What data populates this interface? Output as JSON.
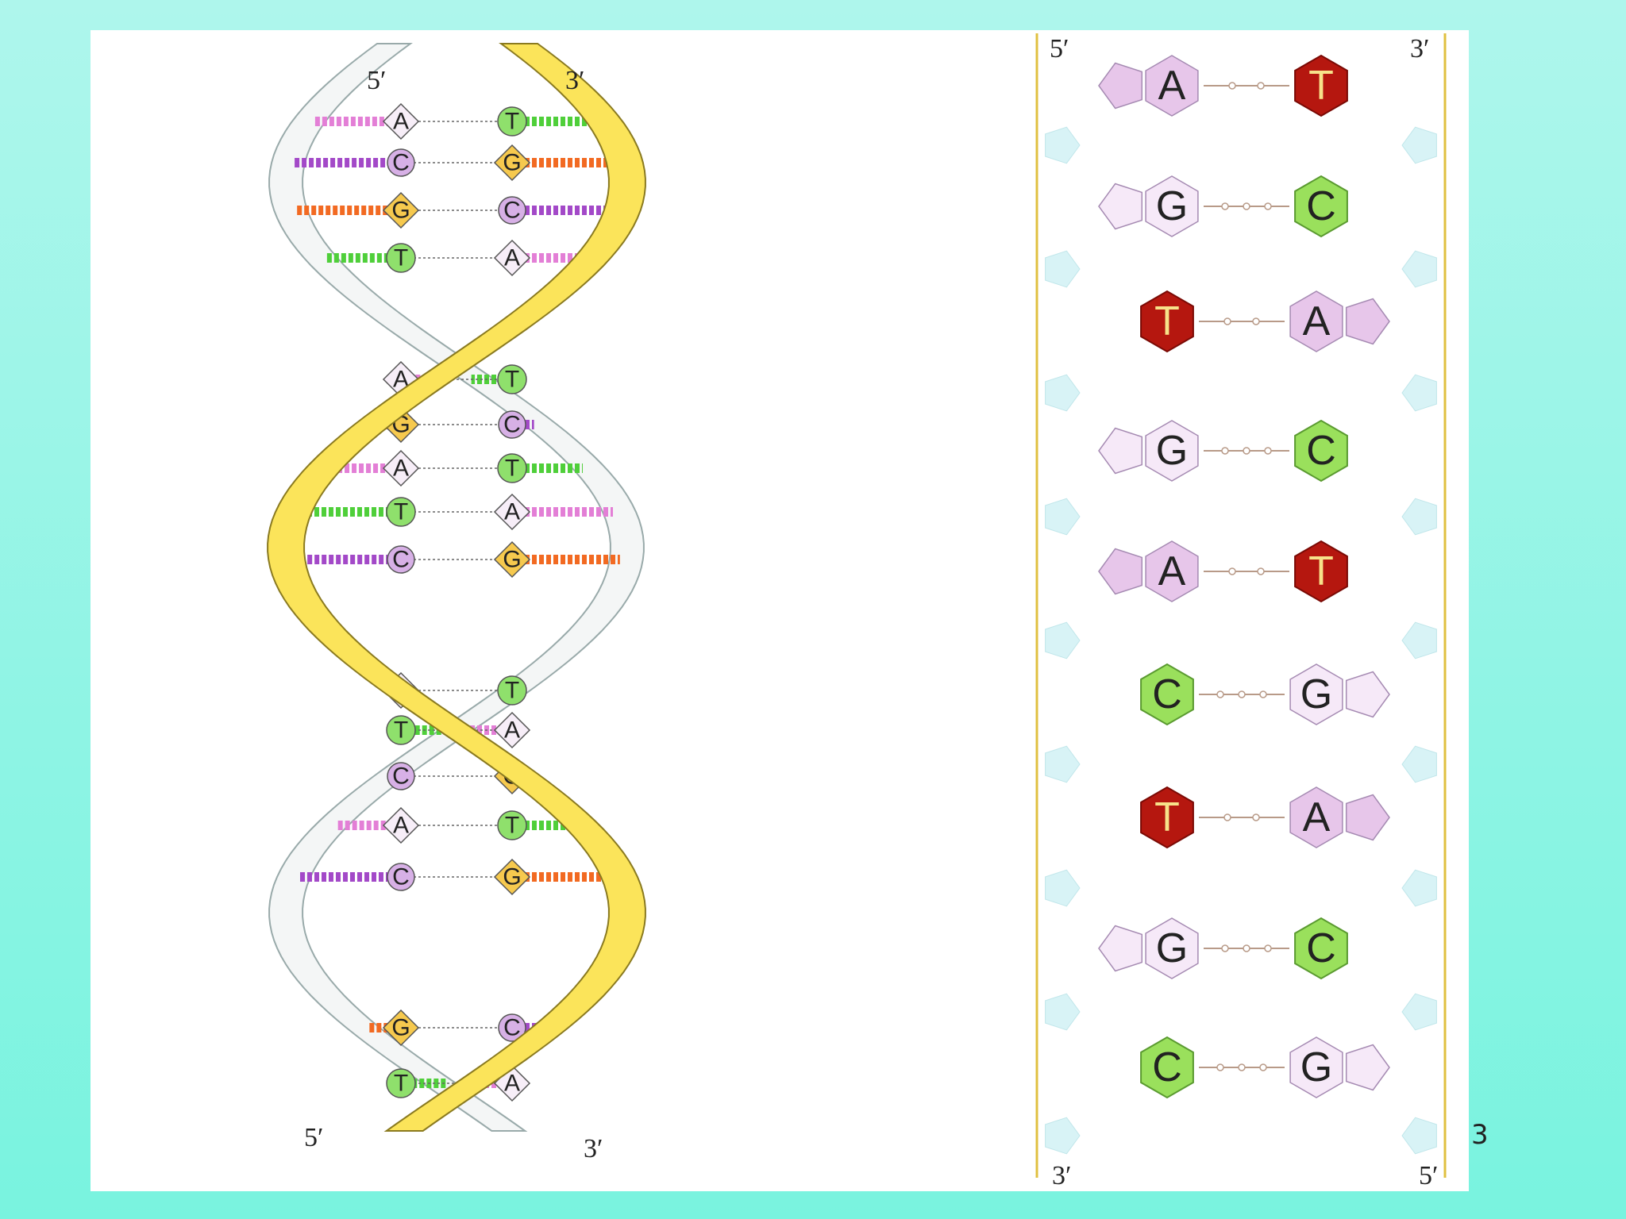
{
  "page_number": "3",
  "colors": {
    "background": "#8ef4e2",
    "strand_yellow": "#fbe45a",
    "strand_white": "#f4f6f6",
    "strand_blue": "#cfeaf0",
    "A": "#e2b8e6",
    "T": "#8fe06c",
    "G": "#f6c94e",
    "C": "#d7b0e6",
    "T_right": "#b5170f",
    "C_right": "#9ae05c",
    "AG_right": "#e7c6ea"
  },
  "left_helix": {
    "top_left_label": "5′",
    "top_right_label": "3′",
    "bottom_left_label": "5′",
    "bottom_right_label": "3′",
    "pairs": [
      {
        "left": "A",
        "right": "T"
      },
      {
        "left": "C",
        "right": "G"
      },
      {
        "left": "G",
        "right": "C"
      },
      {
        "left": "T",
        "right": "A"
      },
      {
        "left": "A",
        "right": "T"
      },
      {
        "left": "G",
        "right": "C"
      },
      {
        "left": "A",
        "right": "T"
      },
      {
        "left": "T",
        "right": "A"
      },
      {
        "left": "C",
        "right": "G"
      },
      {
        "left": "A",
        "right": "T"
      },
      {
        "left": "T",
        "right": "A"
      },
      {
        "left": "C",
        "right": "G"
      },
      {
        "left": "A",
        "right": "T"
      },
      {
        "left": "C",
        "right": "G"
      },
      {
        "left": "G",
        "right": "C"
      },
      {
        "left": "T",
        "right": "A"
      }
    ]
  },
  "ladder": {
    "top_left_label": "5′",
    "top_right_label": "3′",
    "bottom_left_label": "3′",
    "bottom_right_label": "5′",
    "pairs": [
      {
        "left": "A",
        "right": "T"
      },
      {
        "left": "G",
        "right": "C"
      },
      {
        "left": "T",
        "right": "A"
      },
      {
        "left": "G",
        "right": "C"
      },
      {
        "left": "A",
        "right": "T"
      },
      {
        "left": "C",
        "right": "G"
      },
      {
        "left": "T",
        "right": "A"
      },
      {
        "left": "G",
        "right": "C"
      },
      {
        "left": "C",
        "right": "G"
      }
    ]
  }
}
